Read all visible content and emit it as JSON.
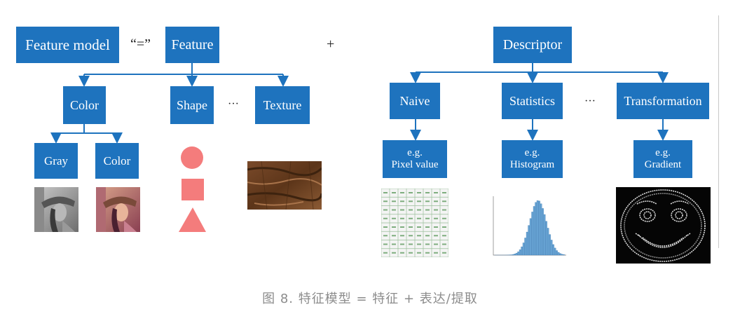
{
  "left": {
    "feature_model": "Feature model",
    "equals": "“=”",
    "feature": "Feature",
    "color": "Color",
    "shape": "Shape",
    "dots": "···",
    "texture": "Texture",
    "gray": "Gray",
    "color_sub": "Color"
  },
  "plus": "+",
  "right": {
    "descriptor": "Descriptor",
    "naive": "Naive",
    "statistics": "Statistics",
    "dots": "···",
    "transformation": "Transformation",
    "naive_example": [
      "e.g.",
      "Pixel value"
    ],
    "statistics_example": [
      "e.g.",
      "Histogram"
    ],
    "transformation_example": [
      "e.g.",
      "Gradient"
    ]
  },
  "caption": "图 8. 特征模型 = 特征 + 表达/提取",
  "colors": {
    "box": "#1e73be",
    "arrow": "#1e73be",
    "shape": "#f47c7c",
    "caption": "#8c8c8c"
  }
}
